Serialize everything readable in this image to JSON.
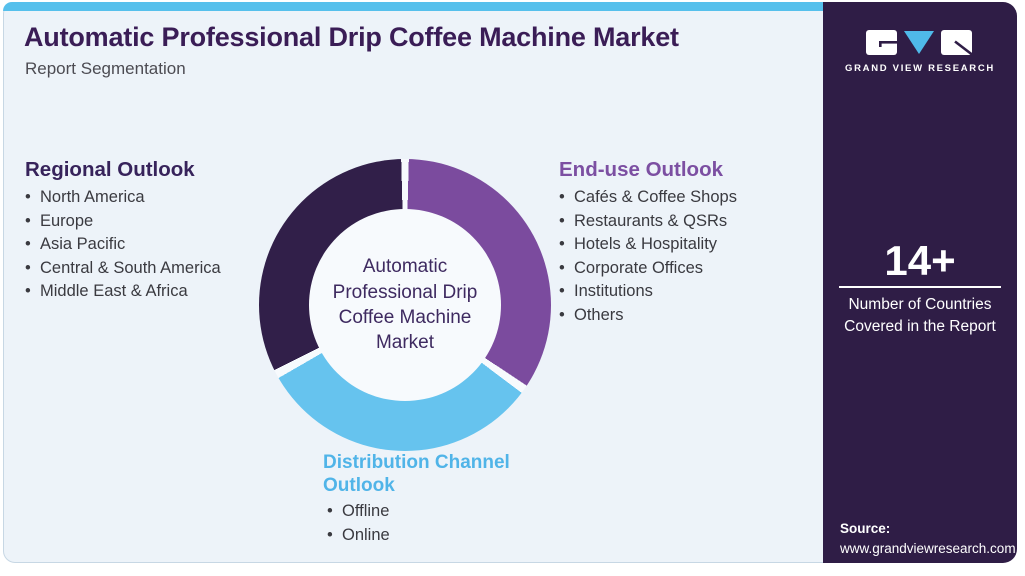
{
  "header": {
    "title": "Automatic Professional Drip Coffee Machine Market",
    "subtitle": "Report Segmentation"
  },
  "regional": {
    "heading": "Regional Outlook",
    "items": [
      "North America",
      "Europe",
      "Asia Pacific",
      "Central & South America",
      "Middle East & Africa"
    ]
  },
  "end_use": {
    "heading": "End-use Outlook",
    "items": [
      "Cafés & Coffee Shops",
      "Restaurants & QSRs",
      "Hotels & Hospitality",
      "Corporate Offices",
      "Institutions",
      "Others"
    ]
  },
  "distribution": {
    "heading": "Distribution Channel Outlook",
    "items": [
      "Offline",
      "Online"
    ]
  },
  "donut": {
    "center_label": "Automatic Professional Drip Coffee Machine Market",
    "segments": [
      {
        "name": "end-use-outlook",
        "color": "#7b4b9e"
      },
      {
        "name": "distribution-channel-outlook",
        "color": "#66c3ee"
      },
      {
        "name": "regional-outlook",
        "color": "#311f49"
      }
    ]
  },
  "sidebar": {
    "logo_text": "GRAND VIEW RESEARCH",
    "stat_value": "14+",
    "stat_label": "Number of Countries Covered in the Report",
    "source_label": "Source:",
    "source_url": "www.grandviewresearch.com"
  },
  "colors": {
    "card_background": "#edf3f9",
    "top_strip": "#56c0ec",
    "title_text": "#3a1d56",
    "regional_heading": "#37235b",
    "end_use_heading": "#7c4fa2",
    "distribution_heading": "#50b4e8",
    "sidebar_background": "#2f1d46",
    "logo_triangle": "#4fb9e9"
  }
}
